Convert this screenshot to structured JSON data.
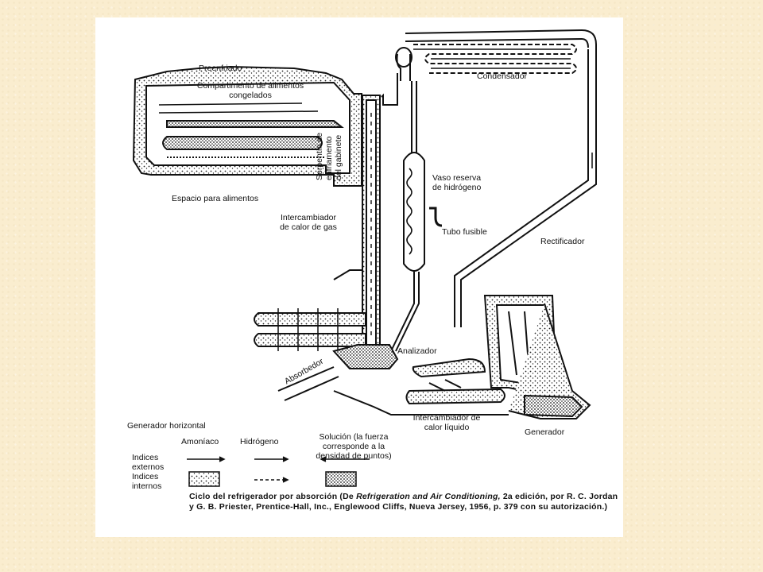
{
  "labels": {
    "preenfriado": "Preenfriado",
    "compartimento": "Compartimento de alimentos congelados",
    "compartimento_l1": "Compartimento de alimentos",
    "compartimento_l2": "congelados",
    "serpentin_l1": "Serpentín de",
    "serpentin_l2": "enfriamento",
    "serpentin_l3": "del gabinete",
    "espacio": "Espacio para alimentos",
    "condensador": "Condensador",
    "vaso_l1": "Vaso reserva",
    "vaso_l2": "de hidrógeno",
    "tubo_fusible": "Tubo fusible",
    "intercambiador_gas_l1": "Intercambiador",
    "intercambiador_gas_l2": "de calor de gas",
    "rectificador": "Rectificador",
    "analizador": "Analizador",
    "absorbedor": "Absorbedor",
    "intercambiador_liq_l1": "Intercambiador de",
    "intercambiador_liq_l2": "calor líquido",
    "generador": "Generador"
  },
  "legend": {
    "title": "Generador horizontal",
    "col_amoniaco": "Amoníaco",
    "col_hidrogeno": "Hidrógeno",
    "col_solucion_l1": "Solución (la fuerza",
    "col_solucion_l2": "corresponde a la",
    "col_solucion_l3": "densidad de puntos)",
    "row_externos_l1": "Indices",
    "row_externos_l2": "externos",
    "row_internos_l1": "Indices",
    "row_internos_l2": "internos"
  },
  "caption": {
    "prefix": "Ciclo del refrigerador por absorción (De",
    "title_italic": "Refrigeration and Air Conditioning,",
    "suffix": "2a edición, por R. C. Jordan y G. B. Priester, Prentice-Hall, Inc., Englewood Cliffs, Nueva Jersey, 1956, p. 379 con su autorización.)"
  }
}
